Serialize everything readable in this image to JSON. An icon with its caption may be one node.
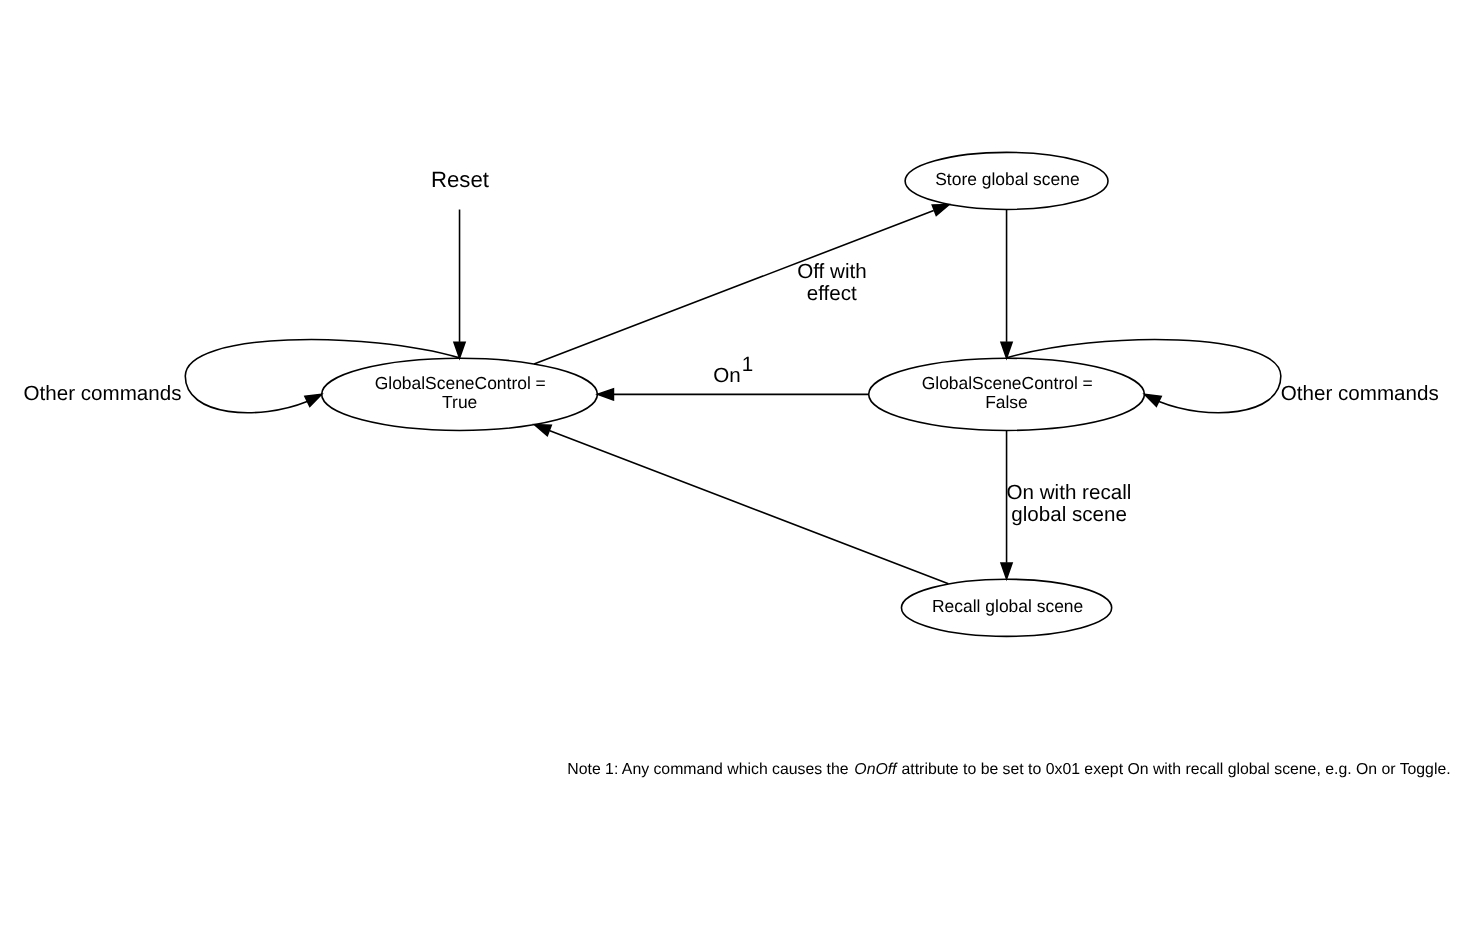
{
  "diagram": {
    "nodes": [
      {
        "text": [
          "Reset"
        ]
      },
      {
        "text": [
          "GlobalSceneControl = True"
        ]
      },
      {
        "text": [
          "Store global scene"
        ]
      },
      {
        "text": [
          "GlobalSceneControl = False"
        ]
      },
      {
        "text": [
          "Recall global scene"
        ]
      }
    ],
    "edges": [
      {
        "from": 0,
        "to": 1,
        "arrow": "to"
      },
      {
        "from": 1,
        "to": 1,
        "arrow": "to",
        "label": "Other commands"
      },
      {
        "from": 1,
        "to": 2,
        "arrow": "to",
        "label": "Off with effect"
      },
      {
        "from": 2,
        "to": 3,
        "arrow": "to"
      },
      {
        "from": 3,
        "to": 3,
        "arrow": "to",
        "label": "Other commands"
      },
      {
        "from": 3,
        "to": 1,
        "arrow": "to",
        "label": "On$^{1}$"
      },
      {
        "from": 3,
        "to": 4,
        "arrow": "to",
        "label": "On with recall global scene"
      },
      {
        "from": 4,
        "to": 1,
        "arrow": "to"
      }
    ],
    "labels": [
      "Note 1: Any command which causes the *OnOff* attribute to be set to 0x01 exept On with recall global scene, e.g. On or Toggle."
    ]
  }
}
